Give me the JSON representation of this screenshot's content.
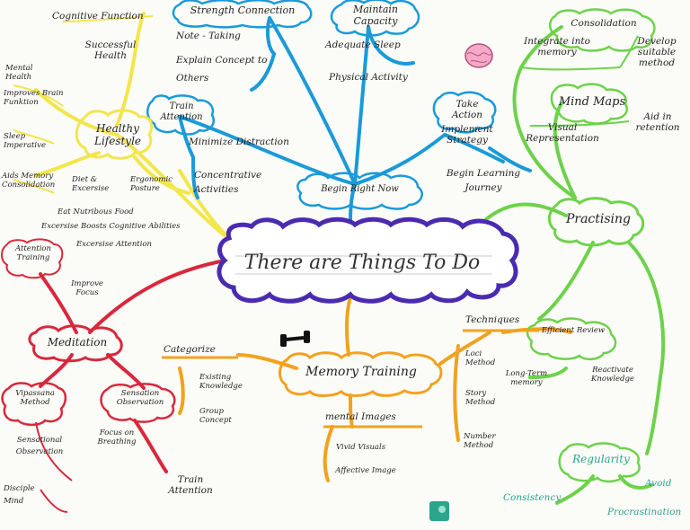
{
  "center": "There are Things To Do",
  "branches": {
    "healthy_lifestyle": {
      "title": "Healthy Lifestyle",
      "cognitive_function": "Cognitive Function",
      "successful_health": "Successful Health",
      "mental_health": "Mental Health",
      "improves_brain_function": "Improves Brain Funktion",
      "sleep_imperative": "Sleep Imperative",
      "aids_memory": "Aids Memory Consolidation",
      "diet_exercise": "Diet & Excersise",
      "ergonomic_posture": "Ergonomic Posture",
      "eat_nutritious_food": "Eat Nutribous Food",
      "exercise_boosts": "Excersise Boosts Cognitive Abilities"
    },
    "strength_connection": {
      "title": "Strength Connection",
      "note_taking": "Note - Taking",
      "explain_concept": "Explain Concept to Others"
    },
    "maintain_capacity": {
      "title": "Maintain Capacity",
      "adequate_sleep": "Adequate Sleep",
      "physical_activity": "Physical Activity"
    },
    "train_attention": {
      "title": "Train Attention",
      "minimize_distraction": "Minimize Distraction",
      "concentrative_activities": "Concentrative Activities"
    },
    "begin_right_now": {
      "title": "Begin Right Now",
      "take_action": "Take Action",
      "implement_strategy": "Implement Strategy",
      "begin_learning": "Begin Learning Journey"
    },
    "meditation": {
      "title": "Meditation",
      "attention_training": "Attention Training",
      "exercise_attention": "Excersise Attention",
      "improve_focus": "Improve Focus",
      "vipassana": "Vipassana Method",
      "sensation_observation": "Sensation Observation",
      "sensational_observation": "Sensational Observation",
      "disciple_mind": "Disciple Mind",
      "focus_breathing": "Focus on Breathing",
      "train_attention": "Train Attention"
    },
    "memory_training": {
      "title": "Memory Training",
      "categorize": "Categorize",
      "existing_knowledge": "Existing Knowledge",
      "group_concept": "Group Concept",
      "mental_images": "mental Images",
      "vivid_visuals": "Vivid Visuals",
      "affective_image": "Affective Image",
      "techniques": "Techniques",
      "loci_method": "Loci Method",
      "story_method": "Story Method",
      "number_method": "Number Method",
      "long_term_memory": "Long-Term memory",
      "efficient_review": "Efficient Review",
      "reactivate_knowledge": "Reactivate Knowledge"
    },
    "practising": {
      "title": "Practising",
      "consolidation": "Consolidation",
      "integrate_memory": "Integrate into memory",
      "develop_method": "Develop suitable method",
      "mind_maps": "Mind Maps",
      "visual_representation": "Visual Representation",
      "aid_retention": "Aid in retention",
      "regularity": "Regularity",
      "consistency": "Consistency",
      "avoid": "Avoid",
      "procrastination": "Procrastination"
    }
  },
  "colors": {
    "yellow": "#f2e64a",
    "blue": "#1a9ad8",
    "red": "#d8283c",
    "orange": "#f1a21e",
    "green": "#6dd24a",
    "purple": "#4a2bb0",
    "teal": "#2aa58c"
  }
}
